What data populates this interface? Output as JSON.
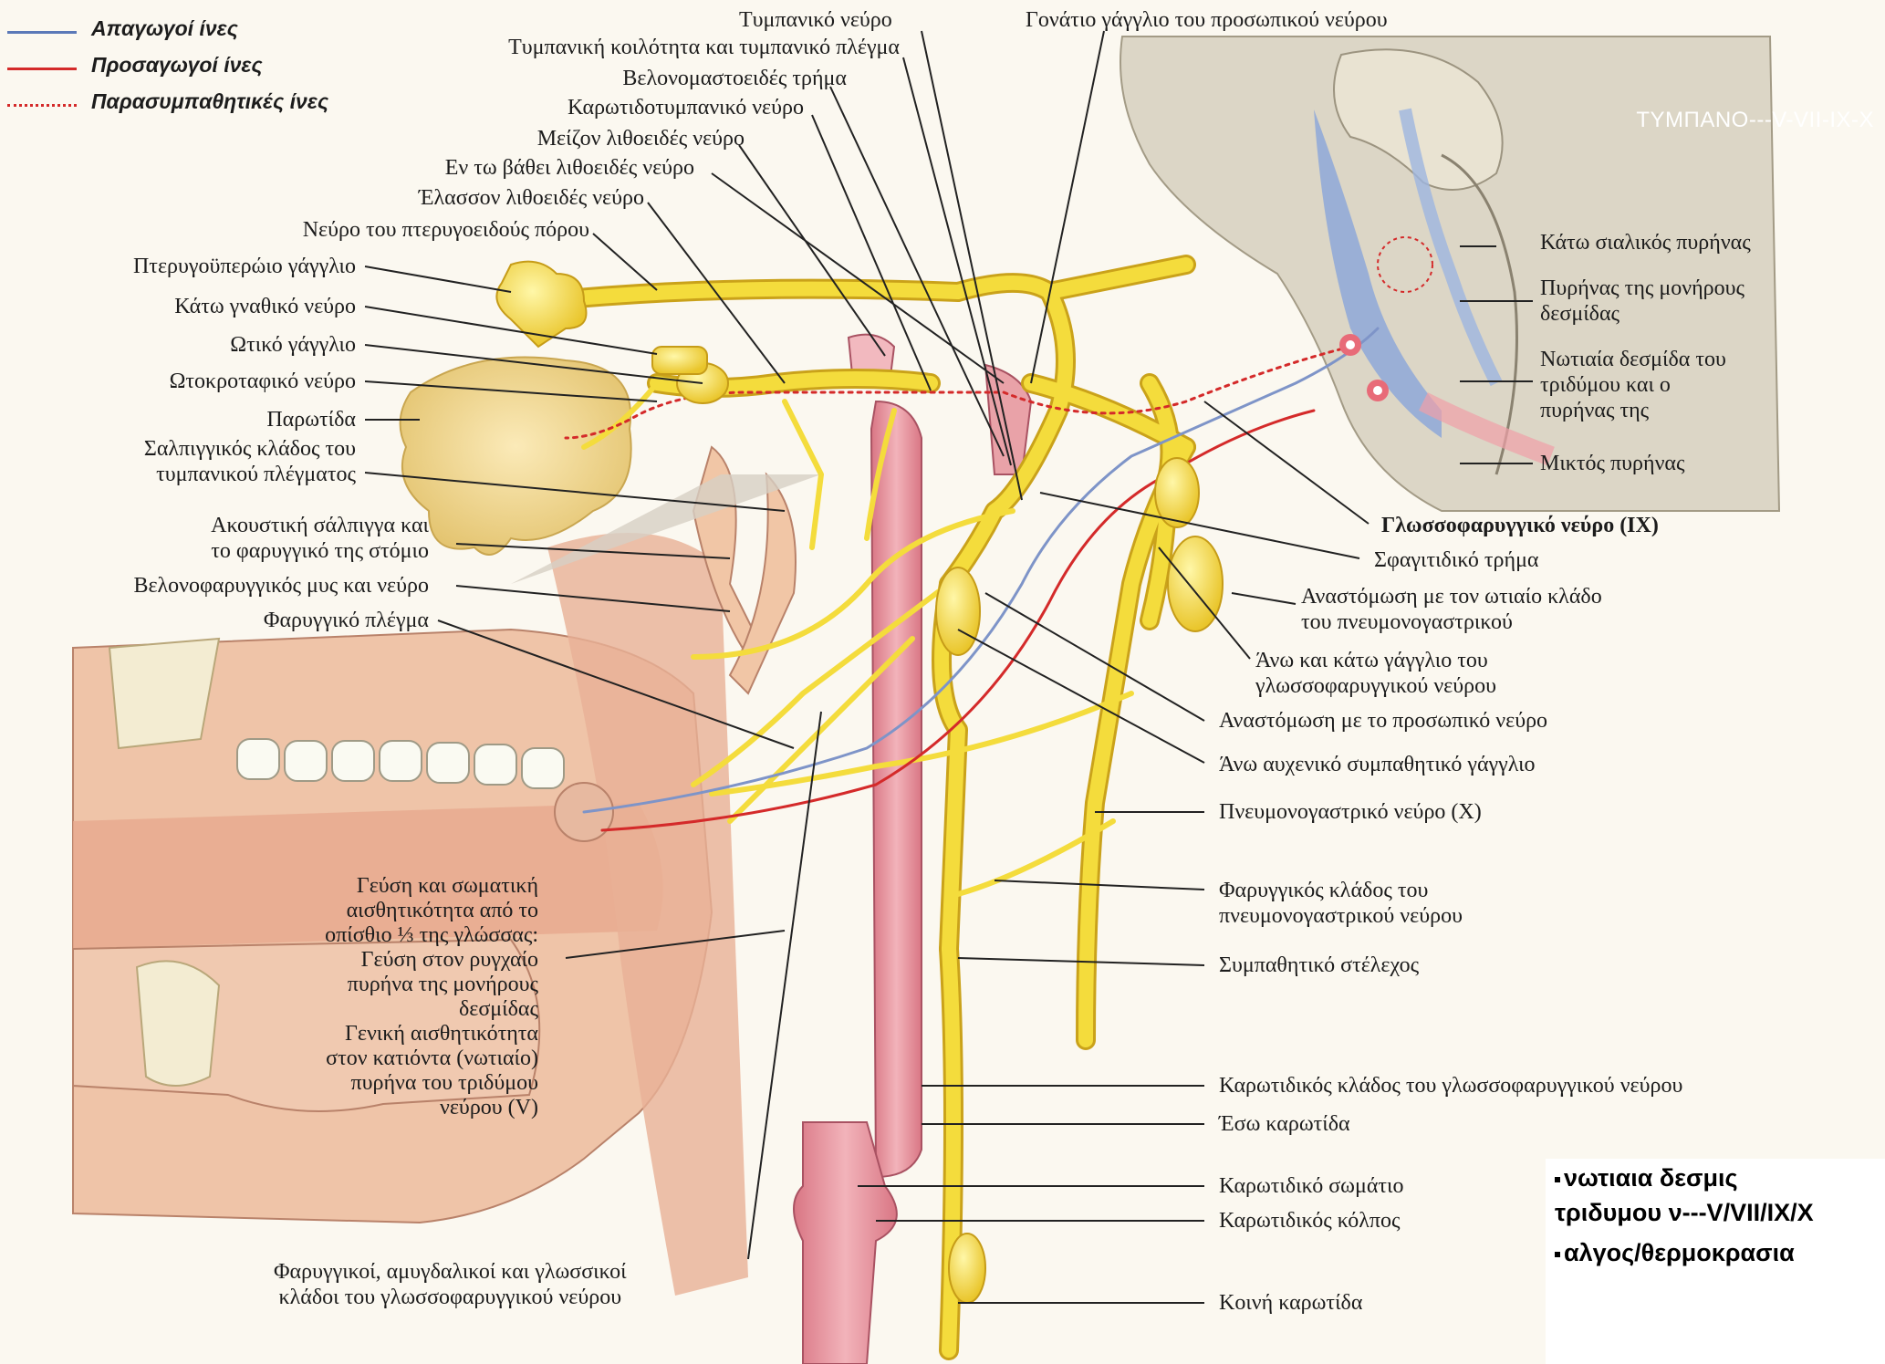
{
  "legend": [
    {
      "label": "Απαγωγοί ίνες",
      "color": "#5b79b8",
      "style": "solid"
    },
    {
      "label": "Προσαγωγοί ίνες",
      "color": "#d42a2a",
      "style": "solid"
    },
    {
      "label": "Παρασυμπαθητικές ίνες",
      "color": "#d42a2a",
      "style": "dotted"
    }
  ],
  "overlay_title": "ΤΥΜΠΑΝΟ---V-VII-IX-X",
  "colors": {
    "nerve": "#f4dc3c",
    "nerve_edge": "#caa21a",
    "vessel": "#e89aa3",
    "tissue": "#efc0a4",
    "gland": "#f2dc9c",
    "brain": "#d8d3c4",
    "bone": "#f3ecd2"
  },
  "labels": {
    "tympanic_nerve": "Τυμπανικό νεύρο",
    "geniculate": "Γονάτιο γάγγλιο του προσωπικού νεύρου",
    "tympanic_cavity": "Τυμπανική κοιλότητα και τυμπανικό πλέγμα",
    "stylomastoid": "Βελονομαστοειδές τρήμα",
    "caroticotympanic": "Καρωτιδοτυμπανικό νεύρο",
    "greater_petrosal": "Μείζον λιθοειδές νεύρο",
    "deep_petrosal": "Εν τω βάθει λιθοειδές νεύρο",
    "lesser_petrosal": "Έλασσον λιθοειδές νεύρο",
    "pterygoid_canal": "Νεύρο του πτερυγοειδούς πόρου",
    "pterygopalatine": "Πτερυγοϋπερώιο γάγγλιο",
    "mandibular": "Κάτω γναθικό νεύρο",
    "otic": "Ωτικό γάγγλιο",
    "auriculotemporal": "Ωτοκροταφικό νεύρο",
    "parotid": "Παρωτίδα",
    "tubal_branch": "Σαλπιγγικός κλάδος του\nτυμπανικού πλέγματος",
    "auditory_tube": "Ακουστική σάλπιγγα και\nτο φαρυγγικό της στόμιο",
    "stylopharyngeus": "Βελονοφαρυγγικός μυς και νεύρο",
    "pharyngeal_plexus": "Φαρυγγικό πλέγμα",
    "taste": "Γεύση και σωματική\nαισθητικότητα από το\nοπίσθιο ⅓ της γλώσσας:\nΓεύση στον ρυγχαίο\nπυρήνα της μονήρους\nδεσμίδας\nΓενική αισθητικότητα\nστον κατιόντα (νωτιαίο)\nπυρήνα του τριδύμου\nνεύρου (V)",
    "pharyngeal_branches": "Φαρυγγικοί, αμυγδαλικοί και γλωσσικοί\nκλάδοι του γλωσσοφαρυγγικού νεύρου",
    "inf_salivatory": "Κάτω σιαλικός πυρήνας",
    "solitary": "Πυρήνας της μονήρους\nδεσμίδας",
    "spinal_trigeminal": "Νωτιαία δεσμίδα του\nτριδύμου και ο\nπυρήνας της",
    "ambiguus": "Μικτός πυρήνας",
    "glossopharyngeal": "Γλωσσοφαρυγγικό νεύρο (IX)",
    "jugular_foramen": "Σφαγιτιδικό τρήμα",
    "anast_vagus": "Αναστόμωση με τον ωτιαίο κλάδο\nτου πνευμονογαστρικού",
    "sup_inf_ganglia": "Άνω και κάτω γάγγλιο του\nγλωσσοφαρυγγικού νεύρου",
    "anast_facial": "Αναστόμωση με το προσωπικό νεύρο",
    "sup_cervical": "Άνω αυχενικό συμπαθητικό γάγγλιο",
    "vagus": "Πνευμονογαστρικό νεύρο (X)",
    "vagus_pharyngeal": "Φαρυγγικός κλάδος του\nπνευμονογαστρικού νεύρου",
    "sympathetic_trunk": "Συμπαθητικό στέλεχος",
    "carotid_branch": "Καρωτιδικός κλάδος του γλωσσοφαρυγγικού νεύρου",
    "internal_carotid": "Έσω καρωτίδα",
    "carotid_body": "Καρωτιδικό σωμάτιο",
    "carotid_sinus": "Καρωτιδικός κόλπος",
    "common_carotid": "Κοινή καρωτίδα"
  },
  "notes": [
    "νωτιαια δεσμις",
    "τριδυμου ν---V/VII/IX/X",
    "αλγος/θερμοκρασια"
  ]
}
